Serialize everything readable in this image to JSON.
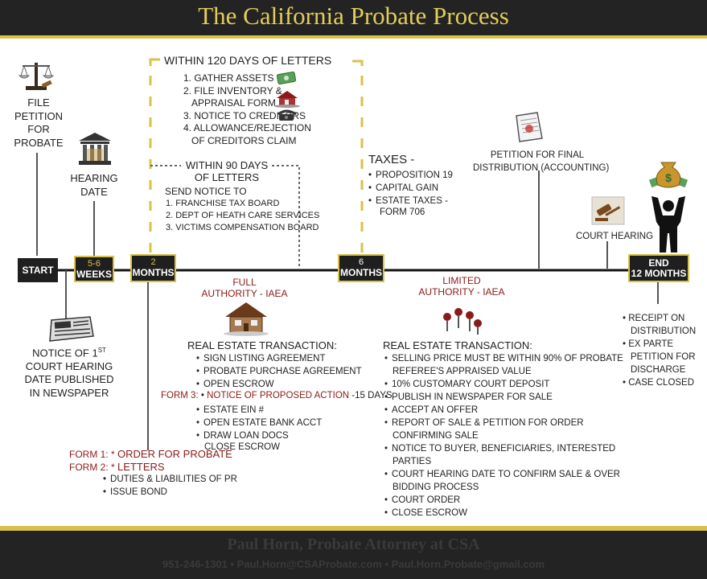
{
  "title": "The California Probate Process",
  "timeline": {
    "start": "START",
    "weeks": "5-6",
    "weeks_unit": "WEEKS",
    "m2": "2",
    "m2_unit": "MONTHS",
    "m6": "6",
    "m6_unit": "MONTHS",
    "end_l1": "END",
    "end_l2": "12 MONTHS"
  },
  "file_petition": [
    "FILE",
    "PETITION",
    "FOR",
    "PROBATE"
  ],
  "hearing_date": [
    "HEARING",
    "DATE"
  ],
  "notice_hearing": {
    "l1": "NOTICE OF 1",
    "sup": "ST",
    "l2": "COURT HEARING",
    "l3": "DATE PUBLISHED",
    "l4": "IN NEWSPAPER"
  },
  "within120": {
    "title": "WITHIN 120 DAYS OF LETTERS",
    "items": [
      "1. GATHER ASSETS",
      "2. FILE INVENTORY  &",
      "APPRAISAL FORM",
      "3. NOTICE TO CREDITORS",
      "4. ALLOWANCE/REJECTION",
      "OF CREDITORS CLAIM"
    ]
  },
  "within90": {
    "title_l1": "WITHIN 90 DAYS",
    "title_l2": "OF LETTERS",
    "send": "SEND NOTICE TO",
    "items": [
      "1. FRANCHISE TAX BOARD",
      "2. DEPT OF HEATH CARE SERVICES",
      "3. VICTIMS COMPENSATION BOARD"
    ]
  },
  "taxes": {
    "title": "TAXES -",
    "items": [
      "PROPOSITION 19",
      "CAPITAL GAIN",
      "ESTATE TAXES -"
    ],
    "extra": "FORM 706"
  },
  "petition_final": [
    "PETITION FOR FINAL",
    "DISTRIBUTION (ACCOUNTING)"
  ],
  "court_hearing": "COURT HEARING",
  "full_authority": [
    "FULL",
    "AUTHORITY - IAEA"
  ],
  "limited_authority": [
    "LIMITED",
    "AUTHORITY - IAEA"
  ],
  "re_full": {
    "title": "REAL ESTATE TRANSACTION:",
    "items": [
      "SIGN LISTING AGREEMENT",
      "PROBATE PURCHASE AGREEMENT",
      "OPEN ESCROW"
    ],
    "form3_label": "FORM 3:",
    "form3_item": "NOTICE OF PROPOSED ACTION",
    "form3_suffix": "-15 DAYS",
    "items2": [
      "ESTATE EIN #",
      "OPEN ESTATE BANK ACCT",
      "DRAW LOAN DOCS"
    ],
    "last": "CLOSE ESCROW"
  },
  "forms12": {
    "form1_label": "FORM 1:",
    "form1_item": "ORDER FOR PROBATE",
    "form2_label": "FORM 2:",
    "form2_item": "LETTERS",
    "items": [
      "DUTIES & LIABILITIES OF PR",
      "ISSUE BOND"
    ]
  },
  "re_limited": {
    "title": "REAL ESTATE TRANSACTION:",
    "items": [
      "SELLING PRICE MUST BE WITHIN 90% OF PROBATE",
      "10% CUSTOMARY COURT DEPOSIT",
      "PUBLISH IN NEWSPAPER FOR SALE",
      "ACCEPT AN OFFER",
      "REPORT OF SALE & PETITION FOR ORDER",
      "NOTICE TO BUYER, BENEFICIARIES, INTERESTED",
      "COURT HEARING DATE TO CONFIRM SALE & OVER",
      "COURT ORDER",
      "CLOSE ESCROW"
    ],
    "cont": [
      "REFEREE'S APPRAISED VALUE",
      "CONFIRMING SALE",
      "PARTIES",
      "BIDDING PROCESS"
    ]
  },
  "end_list": [
    "RECEIPT ON",
    "DISTRIBUTION",
    "EX PARTE",
    "PETITION FOR",
    "DISCHARGE",
    "CASE CLOSED"
  ],
  "footer": {
    "l1": "Paul Horn, Probate Attorney at CSA",
    "l2": "951-246-1301  •  Paul.Horn@CSAProbate.com  •  Paul.Horn.Probate@gmail.com"
  },
  "colors": {
    "gold": "#d9c24a",
    "dark": "#1f1f1f",
    "red": "#8b1a1a"
  }
}
